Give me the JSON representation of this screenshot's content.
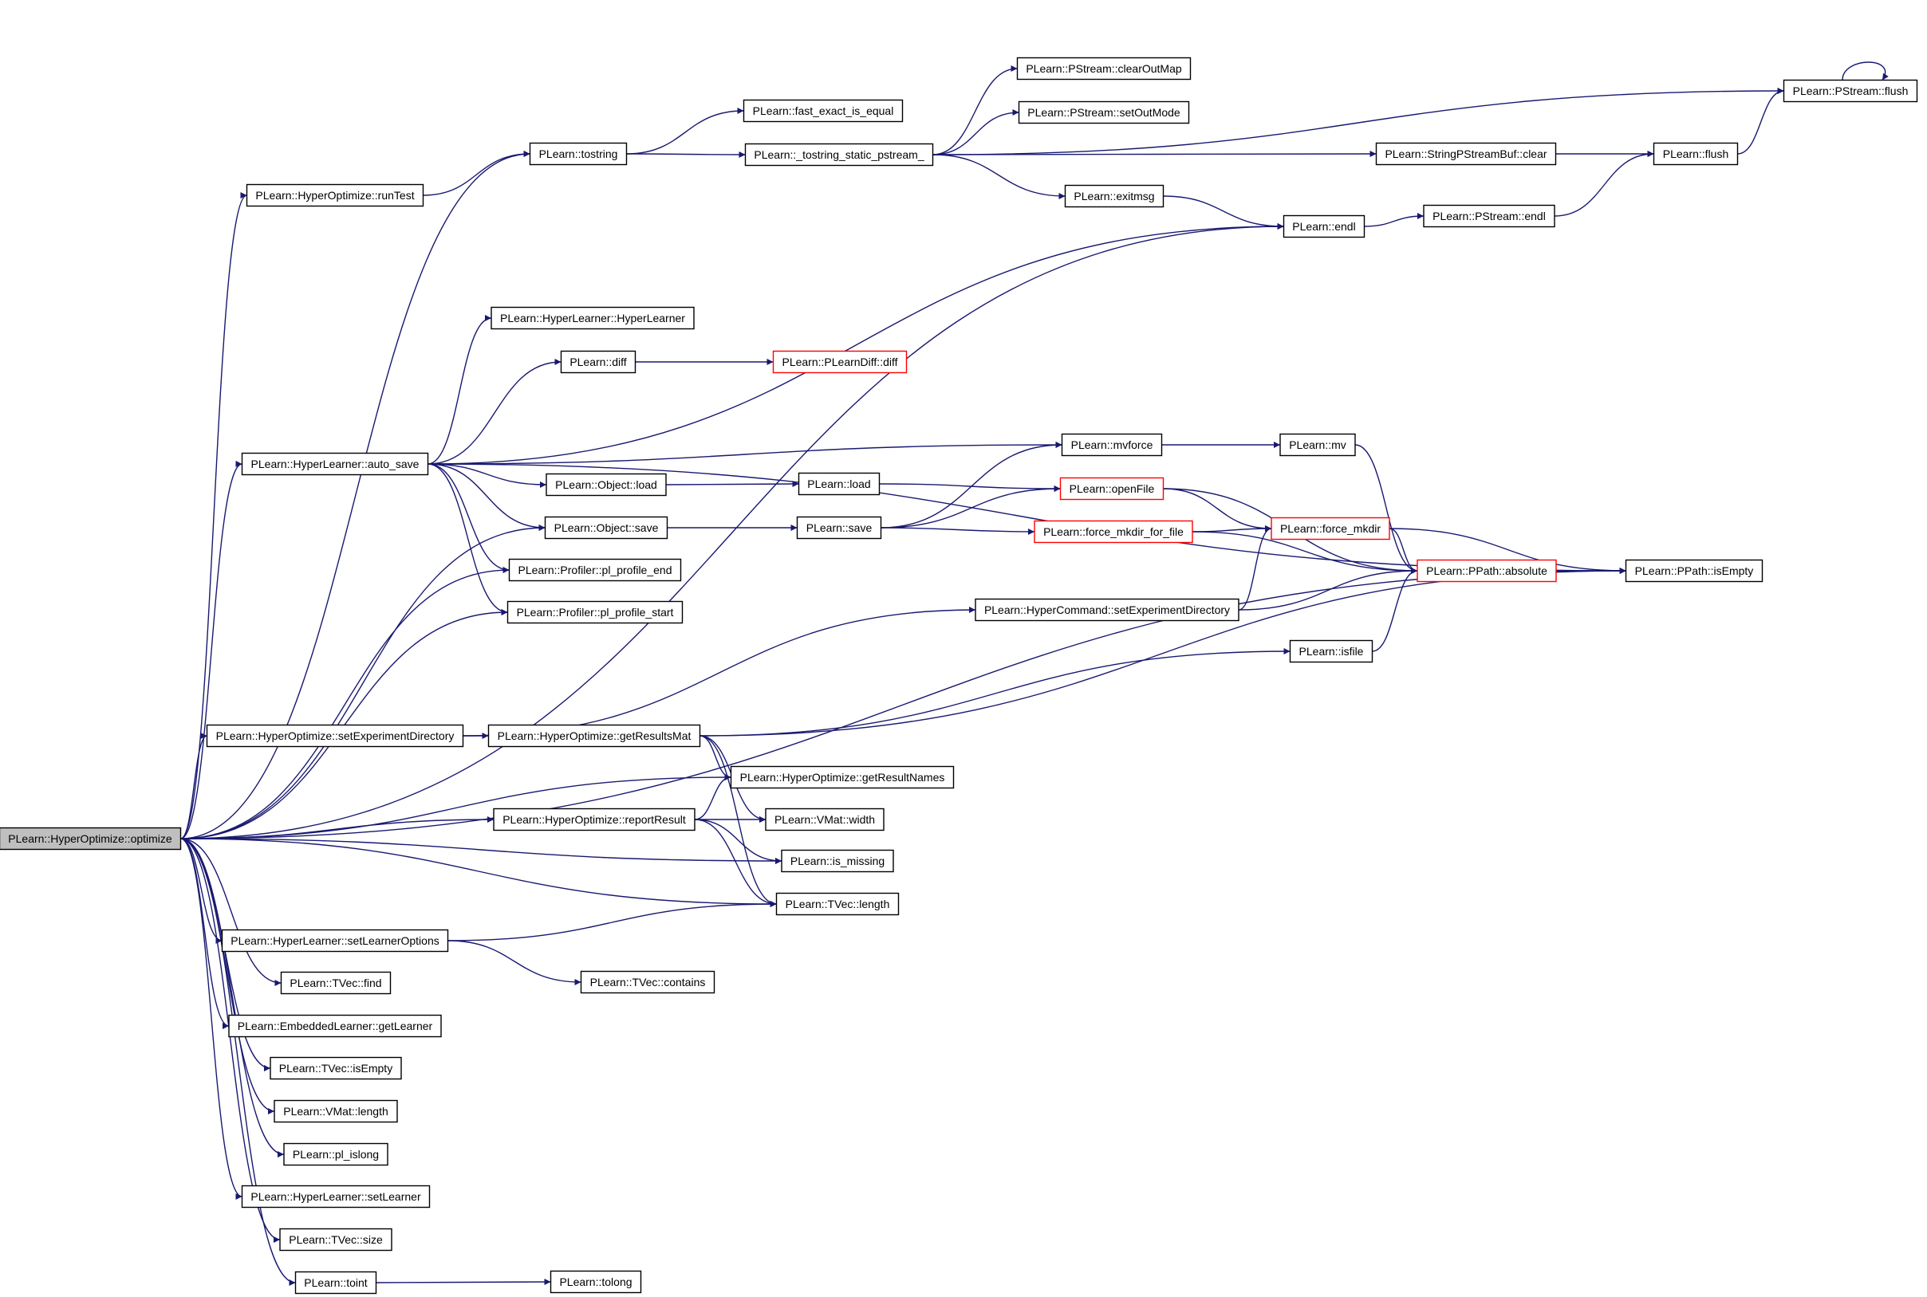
{
  "graph": {
    "nodes": [
      {
        "id": "optimize",
        "label": "PLearn::HyperOptimize::optimize",
        "style": "root"
      },
      {
        "id": "runTest",
        "label": "PLearn::HyperOptimize::runTest",
        "style": "normal"
      },
      {
        "id": "tostring",
        "label": "PLearn::tostring",
        "style": "normal"
      },
      {
        "id": "fastexact",
        "label": "PLearn::fast_exact_is_equal",
        "style": "normal"
      },
      {
        "id": "tostring_static",
        "label": "PLearn::_tostring_static_pstream_",
        "style": "normal"
      },
      {
        "id": "clearOutMap",
        "label": "PLearn::PStream::clearOutMap",
        "style": "normal"
      },
      {
        "id": "setOutMode",
        "label": "PLearn::PStream::setOutMode",
        "style": "normal"
      },
      {
        "id": "pstream_flush",
        "label": "PLearn::PStream::flush",
        "style": "normal"
      },
      {
        "id": "spsb_clear",
        "label": "PLearn::StringPStreamBuf::clear",
        "style": "normal"
      },
      {
        "id": "flush",
        "label": "PLearn::flush",
        "style": "normal"
      },
      {
        "id": "exitmsg",
        "label": "PLearn::exitmsg",
        "style": "normal"
      },
      {
        "id": "endl",
        "label": "PLearn::endl",
        "style": "normal"
      },
      {
        "id": "pstream_endl",
        "label": "PLearn::PStream::endl",
        "style": "normal"
      },
      {
        "id": "hl_ctor",
        "label": "PLearn::HyperLearner::HyperLearner",
        "style": "normal"
      },
      {
        "id": "diff",
        "label": "PLearn::diff",
        "style": "normal"
      },
      {
        "id": "plearndiff",
        "label": "PLearn::PLearnDiff::diff",
        "style": "truncated"
      },
      {
        "id": "auto_save",
        "label": "PLearn::HyperLearner::auto_save",
        "style": "normal"
      },
      {
        "id": "mvforce",
        "label": "PLearn::mvforce",
        "style": "normal"
      },
      {
        "id": "mv",
        "label": "PLearn::mv",
        "style": "normal"
      },
      {
        "id": "obj_load",
        "label": "PLearn::Object::load",
        "style": "normal"
      },
      {
        "id": "load",
        "label": "PLearn::load",
        "style": "normal"
      },
      {
        "id": "openFile",
        "label": "PLearn::openFile",
        "style": "truncated"
      },
      {
        "id": "obj_save",
        "label": "PLearn::Object::save",
        "style": "normal"
      },
      {
        "id": "save",
        "label": "PLearn::save",
        "style": "normal"
      },
      {
        "id": "fmkdir_file",
        "label": "PLearn::force_mkdir_for_file",
        "style": "truncated"
      },
      {
        "id": "force_mkdir",
        "label": "PLearn::force_mkdir",
        "style": "truncated"
      },
      {
        "id": "absolute",
        "label": "PLearn::PPath::absolute",
        "style": "truncated"
      },
      {
        "id": "isEmpty",
        "label": "PLearn::PPath::isEmpty",
        "style": "normal"
      },
      {
        "id": "profile_end",
        "label": "PLearn::Profiler::pl_profile_end",
        "style": "normal"
      },
      {
        "id": "profile_start",
        "label": "PLearn::Profiler::pl_profile_start",
        "style": "normal"
      },
      {
        "id": "hc_setexp",
        "label": "PLearn::HyperCommand::setExperimentDirectory",
        "style": "normal"
      },
      {
        "id": "isfile",
        "label": "PLearn::isfile",
        "style": "normal"
      },
      {
        "id": "ho_setexp",
        "label": "PLearn::HyperOptimize::setExperimentDirectory",
        "style": "normal"
      },
      {
        "id": "getResultsMat",
        "label": "PLearn::HyperOptimize::getResultsMat",
        "style": "normal"
      },
      {
        "id": "getResultNames",
        "label": "PLearn::HyperOptimize::getResultNames",
        "style": "normal"
      },
      {
        "id": "reportResult",
        "label": "PLearn::HyperOptimize::reportResult",
        "style": "normal"
      },
      {
        "id": "vmat_width",
        "label": "PLearn::VMat::width",
        "style": "normal"
      },
      {
        "id": "is_missing",
        "label": "PLearn::is_missing",
        "style": "normal"
      },
      {
        "id": "tvec_length",
        "label": "PLearn::TVec::length",
        "style": "normal"
      },
      {
        "id": "setLearnerOptions",
        "label": "PLearn::HyperLearner::setLearnerOptions",
        "style": "normal"
      },
      {
        "id": "tvec_contains",
        "label": "PLearn::TVec::contains",
        "style": "normal"
      },
      {
        "id": "tvec_find",
        "label": "PLearn::TVec::find",
        "style": "normal"
      },
      {
        "id": "getLearner",
        "label": "PLearn::EmbeddedLearner::getLearner",
        "style": "normal"
      },
      {
        "id": "tvec_isEmpty",
        "label": "PLearn::TVec::isEmpty",
        "style": "normal"
      },
      {
        "id": "vmat_length",
        "label": "PLearn::VMat::length",
        "style": "normal"
      },
      {
        "id": "pl_islong",
        "label": "PLearn::pl_islong",
        "style": "normal"
      },
      {
        "id": "setLearner",
        "label": "PLearn::HyperLearner::setLearner",
        "style": "normal"
      },
      {
        "id": "tvec_size",
        "label": "PLearn::TVec::size",
        "style": "normal"
      },
      {
        "id": "toint",
        "label": "PLearn::toint",
        "style": "normal"
      },
      {
        "id": "tolong",
        "label": "PLearn::tolong",
        "style": "normal"
      }
    ],
    "edges": [
      [
        "optimize",
        "runTest"
      ],
      [
        "optimize",
        "tostring"
      ],
      [
        "optimize",
        "endl"
      ],
      [
        "optimize",
        "auto_save"
      ],
      [
        "optimize",
        "obj_save"
      ],
      [
        "optimize",
        "profile_end"
      ],
      [
        "optimize",
        "profile_start"
      ],
      [
        "optimize",
        "isEmpty"
      ],
      [
        "optimize",
        "ho_setexp"
      ],
      [
        "optimize",
        "getResultNames"
      ],
      [
        "optimize",
        "reportResult"
      ],
      [
        "optimize",
        "is_missing"
      ],
      [
        "optimize",
        "tvec_length"
      ],
      [
        "optimize",
        "setLearnerOptions"
      ],
      [
        "optimize",
        "tvec_find"
      ],
      [
        "optimize",
        "getLearner"
      ],
      [
        "optimize",
        "tvec_isEmpty"
      ],
      [
        "optimize",
        "vmat_length"
      ],
      [
        "optimize",
        "pl_islong"
      ],
      [
        "optimize",
        "setLearner"
      ],
      [
        "optimize",
        "tvec_size"
      ],
      [
        "optimize",
        "toint"
      ],
      [
        "runTest",
        "tostring"
      ],
      [
        "tostring",
        "fastexact"
      ],
      [
        "tostring",
        "tostring_static"
      ],
      [
        "tostring_static",
        "pstream_flush"
      ],
      [
        "tostring_static",
        "clearOutMap"
      ],
      [
        "tostring_static",
        "setOutMode"
      ],
      [
        "tostring_static",
        "spsb_clear"
      ],
      [
        "tostring_static",
        "exitmsg"
      ],
      [
        "spsb_clear",
        "flush"
      ],
      [
        "flush",
        "pstream_flush"
      ],
      [
        "pstream_flush",
        "pstream_flush"
      ],
      [
        "exitmsg",
        "endl"
      ],
      [
        "endl",
        "pstream_endl"
      ],
      [
        "pstream_endl",
        "flush"
      ],
      [
        "auto_save",
        "endl"
      ],
      [
        "auto_save",
        "hl_ctor"
      ],
      [
        "auto_save",
        "diff"
      ],
      [
        "auto_save",
        "isEmpty"
      ],
      [
        "auto_save",
        "mvforce"
      ],
      [
        "auto_save",
        "obj_load"
      ],
      [
        "auto_save",
        "obj_save"
      ],
      [
        "auto_save",
        "profile_end"
      ],
      [
        "auto_save",
        "profile_start"
      ],
      [
        "diff",
        "plearndiff"
      ],
      [
        "mvforce",
        "mv"
      ],
      [
        "mv",
        "absolute"
      ],
      [
        "obj_load",
        "load"
      ],
      [
        "load",
        "openFile"
      ],
      [
        "obj_save",
        "save"
      ],
      [
        "save",
        "mvforce"
      ],
      [
        "save",
        "openFile"
      ],
      [
        "save",
        "fmkdir_file"
      ],
      [
        "openFile",
        "force_mkdir"
      ],
      [
        "openFile",
        "absolute"
      ],
      [
        "fmkdir_file",
        "force_mkdir"
      ],
      [
        "fmkdir_file",
        "absolute"
      ],
      [
        "force_mkdir",
        "absolute"
      ],
      [
        "force_mkdir",
        "isEmpty"
      ],
      [
        "absolute",
        "isEmpty"
      ],
      [
        "hc_setexp",
        "force_mkdir"
      ],
      [
        "hc_setexp",
        "absolute"
      ],
      [
        "isfile",
        "absolute"
      ],
      [
        "ho_setexp",
        "hc_setexp"
      ],
      [
        "ho_setexp",
        "getResultsMat"
      ],
      [
        "getResultsMat",
        "isfile"
      ],
      [
        "getResultsMat",
        "isEmpty"
      ],
      [
        "getResultsMat",
        "getResultNames"
      ],
      [
        "getResultsMat",
        "vmat_width"
      ],
      [
        "getResultsMat",
        "tvec_length"
      ],
      [
        "reportResult",
        "getResultNames"
      ],
      [
        "reportResult",
        "vmat_width"
      ],
      [
        "reportResult",
        "is_missing"
      ],
      [
        "reportResult",
        "tvec_length"
      ],
      [
        "setLearnerOptions",
        "tvec_length"
      ],
      [
        "setLearnerOptions",
        "tvec_contains"
      ],
      [
        "toint",
        "tolong"
      ]
    ],
    "colors": {
      "edge": "#191970",
      "node_border": "#000000",
      "truncated_border": "#ff0000",
      "root_fill": "#bfbfbf",
      "text": "#000000"
    }
  }
}
